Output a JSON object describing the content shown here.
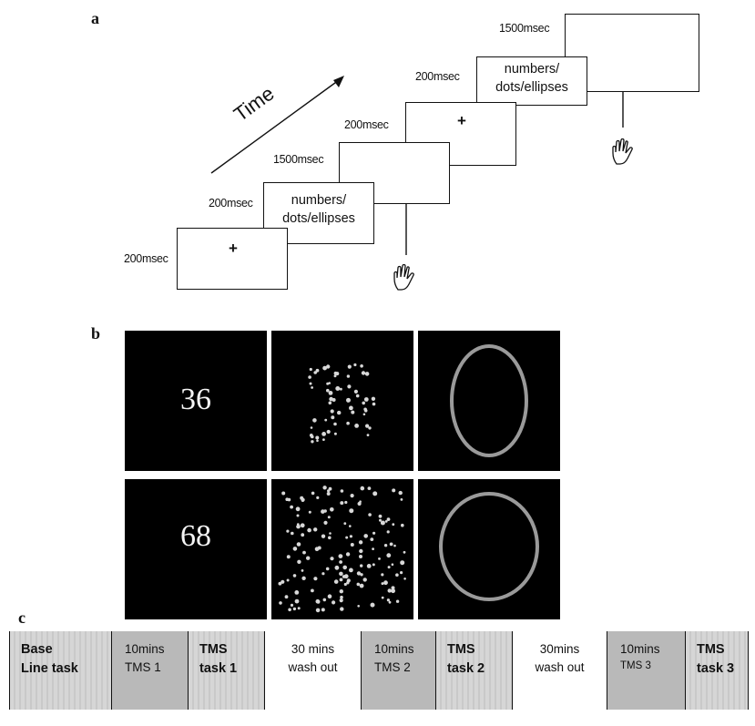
{
  "panel_a": {
    "letter": "a",
    "time_label": "Time",
    "ms_labels": [
      "200msec",
      "200msec",
      "1500msec",
      "200msec",
      "200msec",
      "1500msec"
    ],
    "fixation": "+",
    "stimulus_line1": "numbers/",
    "stimulus_line2": "dots/ellipses"
  },
  "panel_b": {
    "letter": "b",
    "numbers": [
      "36",
      "68"
    ]
  },
  "panel_c": {
    "letter": "c",
    "segments": [
      {
        "line1": "Base",
        "line2": "Line task"
      },
      {
        "line1": "10mins",
        "line2": "TMS 1"
      },
      {
        "line1": "TMS",
        "line2": "task 1"
      },
      {
        "line1": "30 mins",
        "line2": "wash out"
      },
      {
        "line1": "10mins",
        "line2": "TMS 2"
      },
      {
        "line1": "TMS",
        "line2": "task 2"
      },
      {
        "line1": "30mins",
        "line2": "wash out"
      },
      {
        "line1": "10mins",
        "line2": "TMS 3"
      },
      {
        "line1": "TMS",
        "line2": "task 3"
      }
    ]
  }
}
